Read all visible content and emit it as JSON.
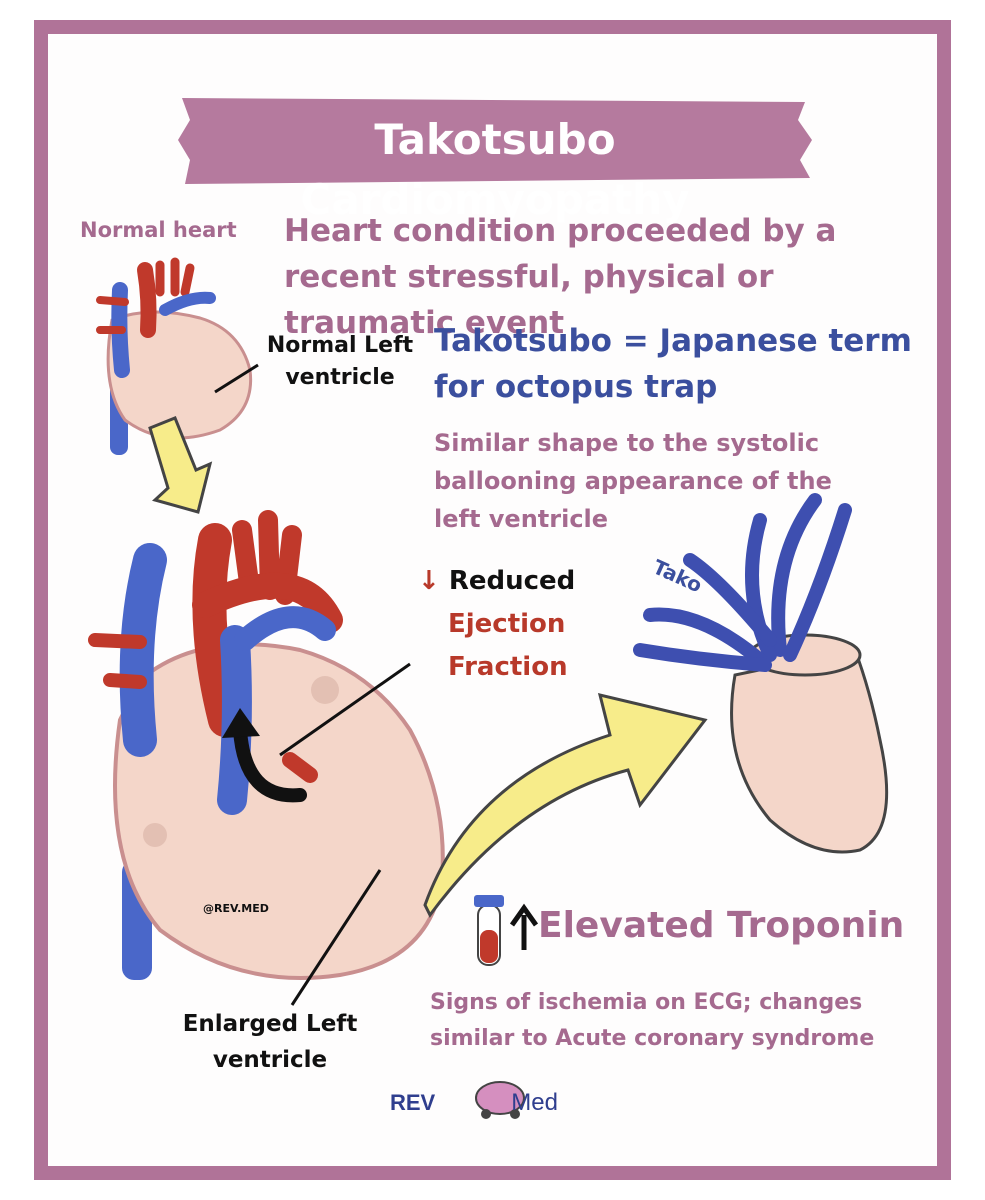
{
  "title": "Takotsubo Cardiomyopathy",
  "labels": {
    "normal_heart": "Normal heart",
    "description": "Heart condition proceeded by a recent stressful, physical or traumatic event",
    "normal_left_ventricle": "Normal Left ventricle",
    "japanese_term": "Takotsubo = Japanese term for octopus trap",
    "similar_shape": "Similar shape to the systolic ballooning appearance of the left ventricle",
    "reduced_arrow": "↓",
    "reduced": "Reduced",
    "ejection": "Ejection",
    "fraction": "Fraction",
    "tako": "Tako",
    "watermark": "@REV.MED",
    "enlarged_left_ventricle": "Enlarged Left ventricle",
    "elevated_troponin": "Elevated Troponin",
    "ischemia": "Signs of ischemia on ECG; changes similar to Acute coronary syndrome"
  },
  "logo": {
    "left": "REV",
    "right": "Med"
  },
  "colors": {
    "frame": "#b07398",
    "accent_pink": "#a56a8f",
    "accent_blue": "#3b4f9e",
    "accent_red": "#b8392a",
    "arrow_yellow": "#f7ec8a",
    "heart_tissue": "#f4d6c9",
    "vessel_red": "#c0392b",
    "vessel_blue": "#4a67c9",
    "octopus": "#3e4fb0"
  },
  "icons": [
    "heart-illustration-normal",
    "heart-illustration-enlarged",
    "octopus-trap-pot-icon",
    "octopus-tentacles-icon",
    "yellow-down-arrow-icon",
    "yellow-right-arrow-icon",
    "black-curved-arrow-icon",
    "blood-tube-icon",
    "up-arrow-icon",
    "brain-car-logo-icon"
  ]
}
